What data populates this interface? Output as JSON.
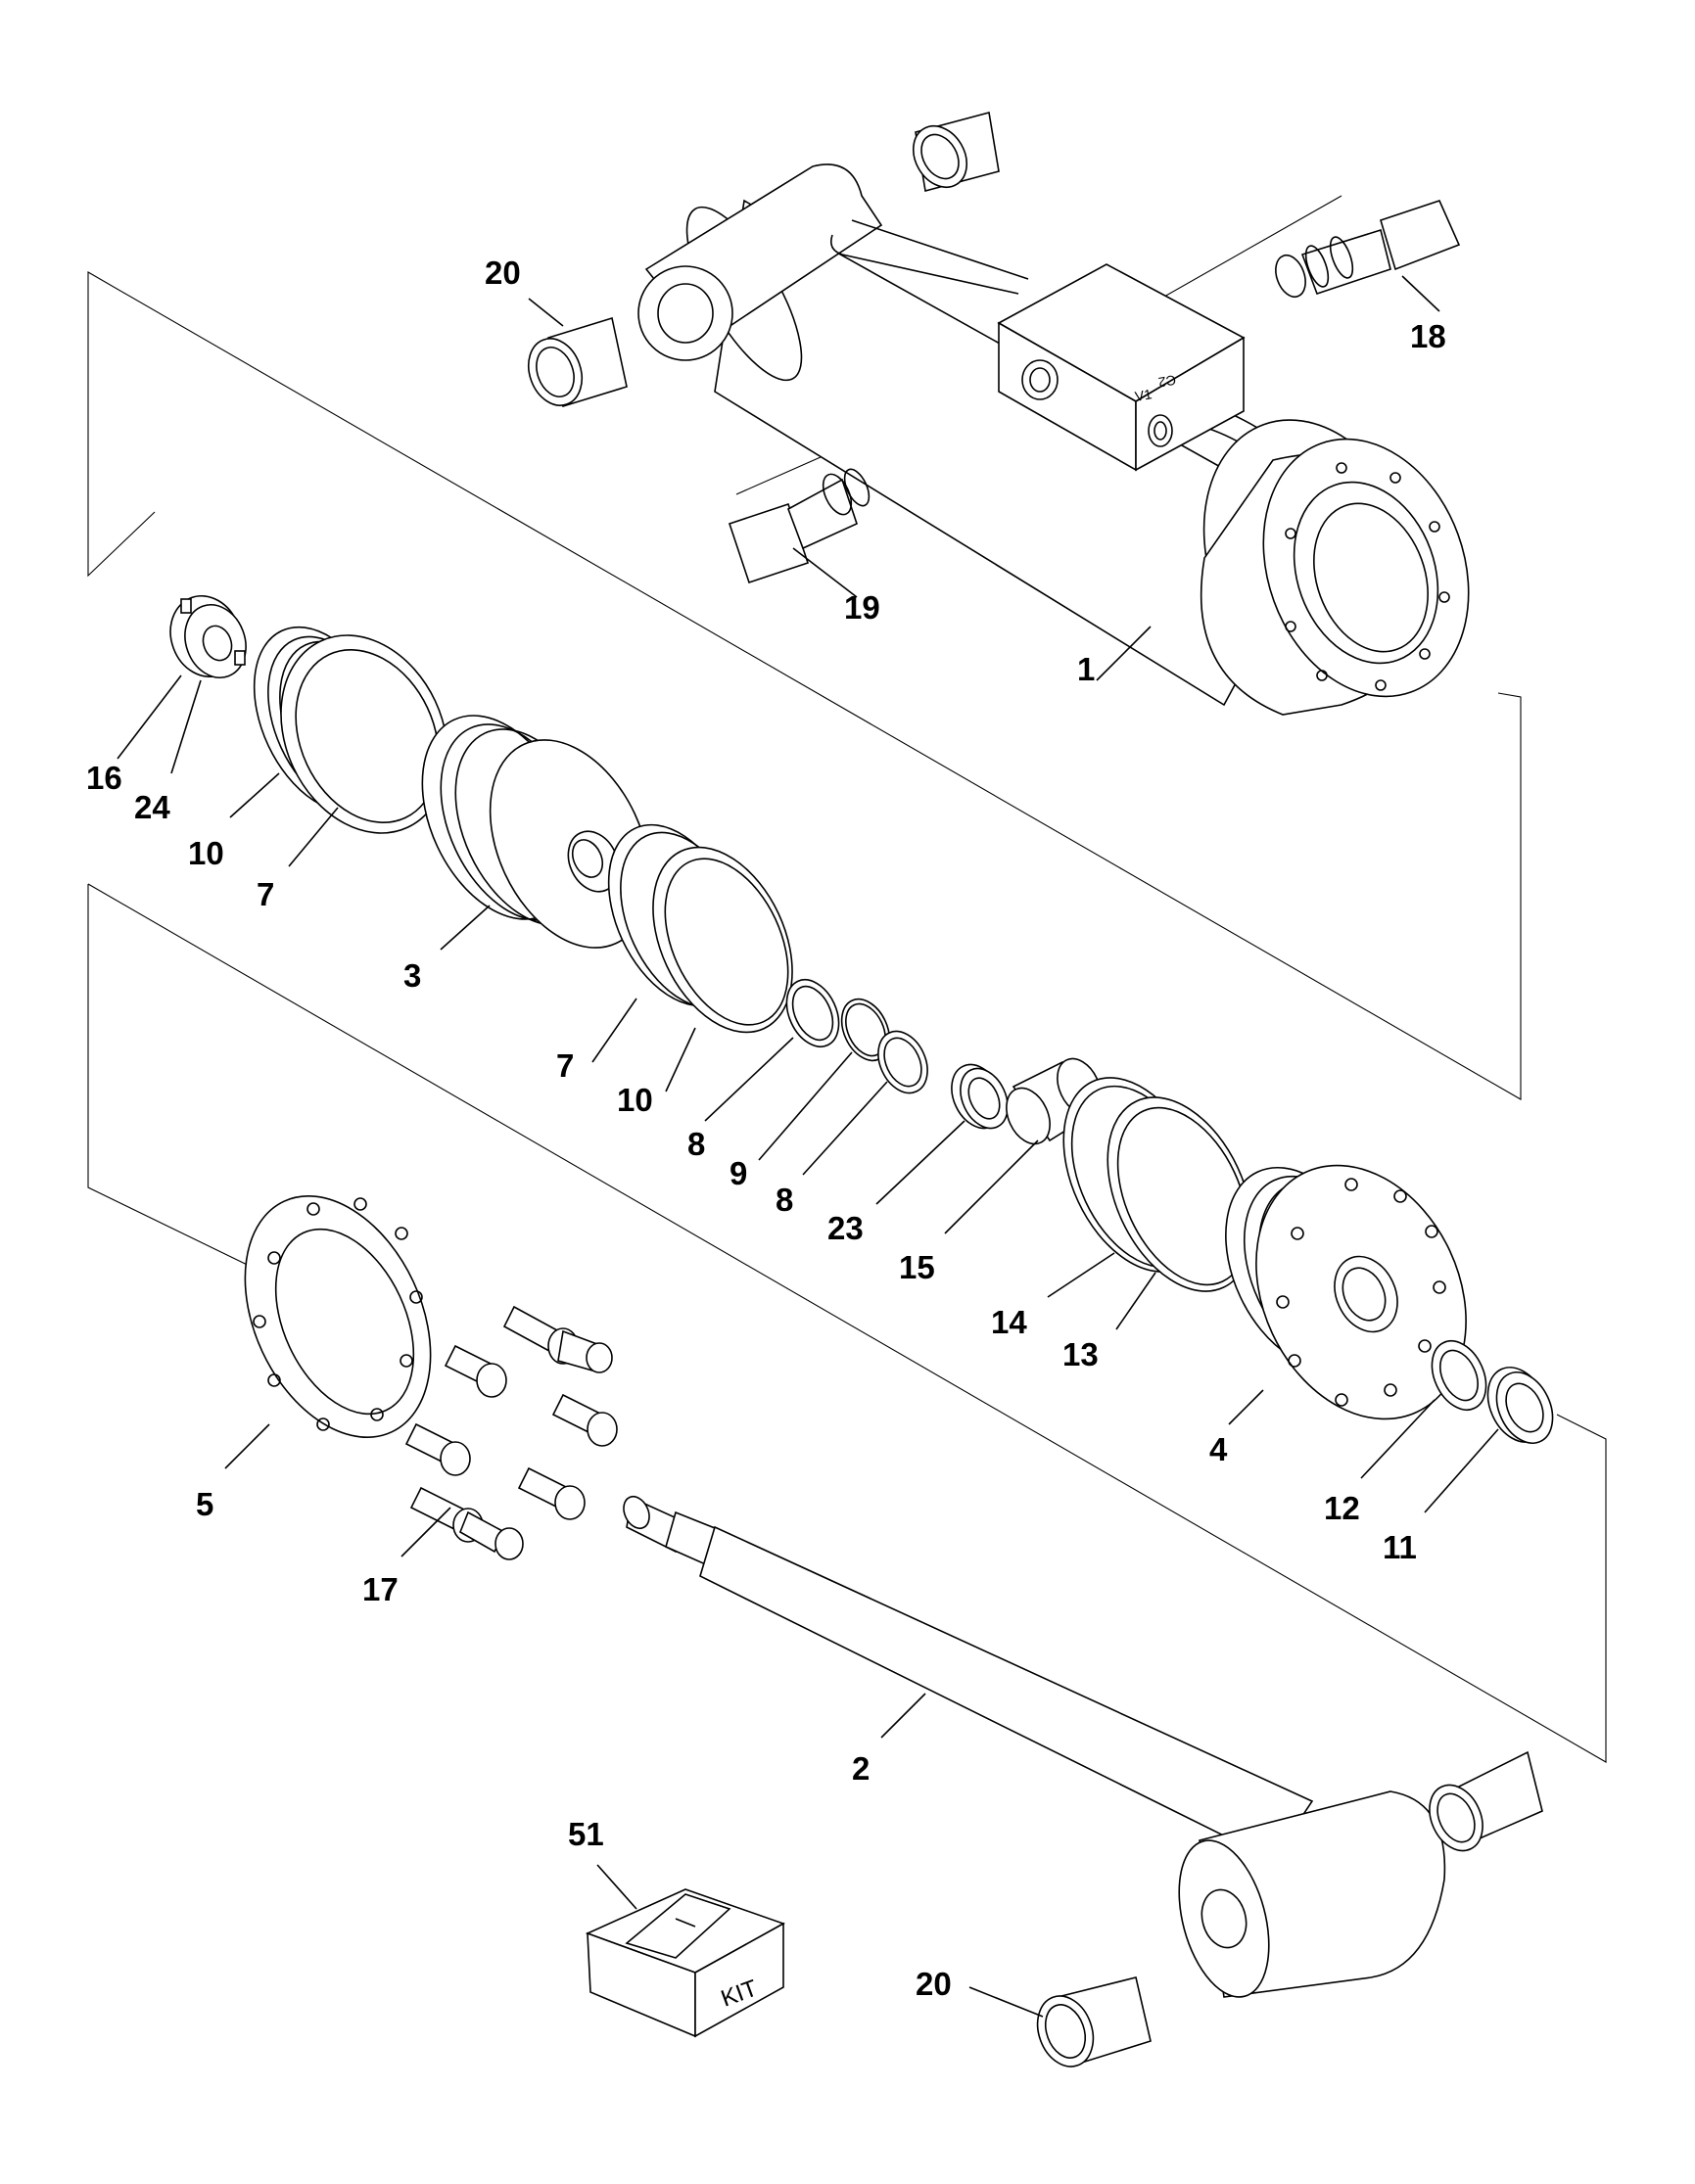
{
  "callouts": {
    "c1": "1",
    "c2": "2",
    "c3": "3",
    "c4": "4",
    "c5": "5",
    "c7a": "7",
    "c7b": "7",
    "c8a": "8",
    "c8b": "8",
    "c9": "9",
    "c10a": "10",
    "c10b": "10",
    "c11": "11",
    "c12": "12",
    "c13": "13",
    "c14": "14",
    "c15": "15",
    "c16": "16",
    "c17": "17",
    "c18": "18",
    "c19": "19",
    "c20a": "20",
    "c20b": "20",
    "c23": "23",
    "c24": "24",
    "c51": "51"
  },
  "markings": {
    "port_v1": "V1",
    "port_c2": "C2"
  },
  "kit_label": "KIT"
}
